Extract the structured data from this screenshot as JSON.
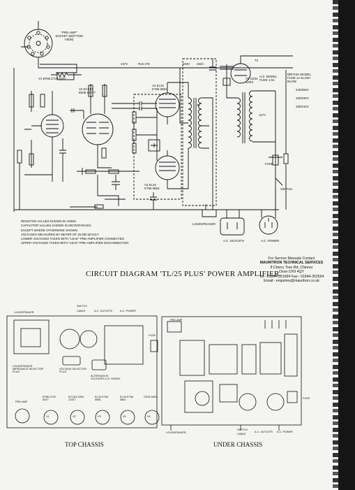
{
  "diagram": {
    "title": "CIRCUIT DIAGRAM 'TL/25 PLUS' POWER AMPLIFIER",
    "socket_label": "\"PRE-AMP\" SOCKET (BOTTOM VIEW)",
    "notes": [
      "RESISTOR VALUES SHOWN IN OHMS.",
      "CAPACITOR VALUES SHOWN IN MICROFARADS",
      "EXCEPT WHERE OTHERWISE SHOWN.",
      "VOLTAGES MEASURED BY METER OF 20,000 Ω/VOLT",
      "LOWER VOLTAGES TAKEN WITH \"LEAK\" PRE-AMPLIFIER CONNECTED.",
      "UPPER VOLTAGES TAKEN WITH \"LEAK\" PRE-AMPLIFIER DISCONNECTED."
    ],
    "labels": {
      "loudspeaker": "LOUDSPEAKER",
      "ac_outlets": "A.C. OUTLETS",
      "ac_power": "A.C. POWER",
      "fuse": "FUSE",
      "switch": "SWITCH",
      "us_model": "U.S. MODEL FUSE 1.5A",
      "british_model": "BRITISH MODEL FUSE 1A SLOW-BLOW",
      "v_240": "240/250V",
      "v_220": "220/230V",
      "v_200": "200/210V",
      "v_117": "117V",
      "v1": "V1 EF86 Z729 6267",
      "v2": "V2 ECC81 B309 12AT7",
      "v3": "V3 EL34 KT66 6B81",
      "v4": "V4 EL34 KT66 5881",
      "v5": "V5 GZ34 5AR4",
      "r15": "R15 27K",
      "v_452": "452V",
      "v_463": "463V",
      "v_347": "347V",
      "t1": "T1",
      "t2": "T2"
    },
    "contact": {
      "line1": "For Service Manuals Contact",
      "line2": "MAURITRON TECHNICAL SERVICES",
      "line3": "8 Cherry Tree Rd, Chinnor",
      "line4": "Oxon OX9 4QY",
      "line5": "Tel:- 01844-351694 Fax:- 01844-352554",
      "line6": "Email:- enquiries@mauritron.co.uk"
    }
  },
  "top_chassis": {
    "caption": "TOP CHASSIS",
    "labels": {
      "loudspeaker": "LOUDSPEAKER",
      "switch": "SWITCH",
      "cable": "CABLE",
      "ac_outlets": "A.C. OUTLETS",
      "ac_power": "A.C. POWER",
      "imp_plug": "LOUDSPEAKER IMPEDANCE SELECTOR PLUG",
      "volt_plug": "VOLTAGE SELECTOR PLUG",
      "alt_volt": "ALTERNATIVE VOLTAGES U.S. MODEL",
      "pre_amp": "PRE-AMP",
      "fuse": "FUSE"
    },
    "valves": [
      "V1",
      "V2",
      "V3",
      "V4",
      "V5"
    ],
    "valve_types": [
      "EF86 Z729 6267",
      "ECC81 B309 12AT7",
      "EL34 KT66 6B81",
      "EL34 KT66 5881",
      "GZ34 5AR4"
    ]
  },
  "under_chassis": {
    "caption": "UNDER CHASSIS",
    "labels": {
      "pre_amp": "PRE-AMP",
      "loudspeaker": "LOUDSPEAKER",
      "switch": "SWITCH",
      "cable": "CABLE",
      "ac_outlets": "A.C. OUTLETS",
      "ac_power": "A.C. POWER",
      "fuse": "FUSE"
    }
  }
}
